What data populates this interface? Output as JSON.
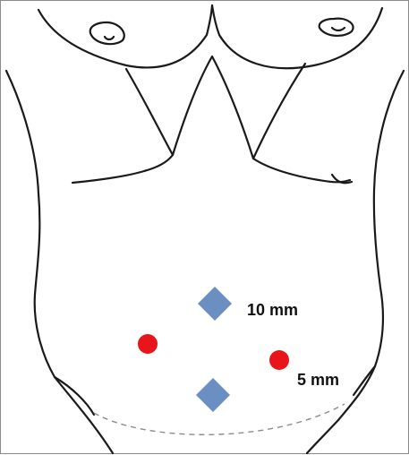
{
  "labels": {
    "large_port": "10 mm",
    "small_port": "5 mm"
  },
  "legend_marks": {
    "large_port_shape": "diamond",
    "small_port_shape": "circle"
  },
  "ports": {
    "large_port_count": 2,
    "small_port_count": 2
  },
  "colors": {
    "large_port": "#6b8fc2",
    "small_port": "#e8161b",
    "outline": "#1a1a1a"
  }
}
